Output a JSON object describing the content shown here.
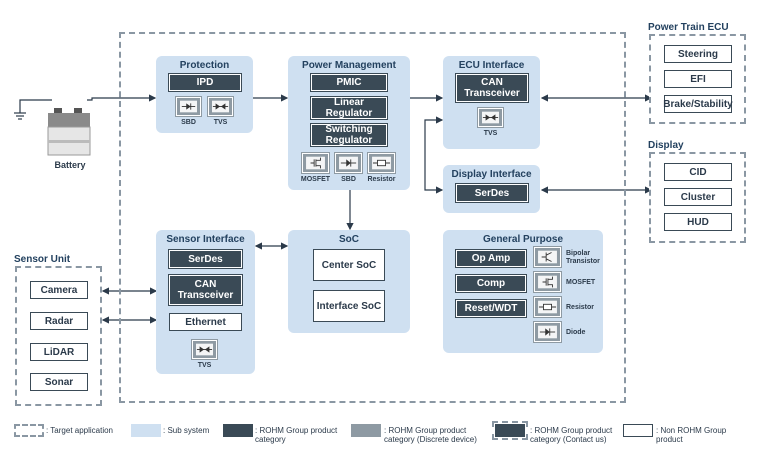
{
  "power_train": {
    "title": "Power Train ECU",
    "items": [
      "Steering",
      "EFI",
      "Brake/Stability"
    ]
  },
  "display": {
    "title": "Display",
    "items": [
      "CID",
      "Cluster",
      "HUD"
    ]
  },
  "sensor_unit": {
    "title": "Sensor Unit",
    "items": [
      "Camera",
      "Radar",
      "LiDAR",
      "Sonar"
    ]
  },
  "battery_label": "Battery",
  "protection": {
    "title": "Protection",
    "ipd": "IPD",
    "sbd": "SBD",
    "tvs": "TVS"
  },
  "power_mgmt": {
    "title": "Power Management",
    "pmic": "PMIC",
    "linear": "Linear Regulator",
    "switching": "Switching Regulator",
    "mosfet": "MOSFET",
    "sbd": "SBD",
    "resistor": "Resistor"
  },
  "ecu_if": {
    "title": "ECU Interface",
    "can": "CAN Transceiver",
    "tvs": "TVS"
  },
  "display_if": {
    "title": "Display Interface",
    "serdes": "SerDes"
  },
  "soc": {
    "title": "SoC",
    "center": "Center SoC",
    "interface": "Interface SoC"
  },
  "sensor_if": {
    "title": "Sensor Interface",
    "serdes": "SerDes",
    "can": "CAN Transceiver",
    "ethernet": "Ethernet",
    "tvs": "TVS"
  },
  "general": {
    "title": "General Purpose",
    "opamp": "Op Amp",
    "comp": "Comp",
    "reset": "Reset/WDT",
    "bipolar": "Bipolar Transistor",
    "mosfet": "MOSFET",
    "resistor": "Resistor",
    "diode": "Diode"
  },
  "legend": {
    "target": ": Target application",
    "subsystem": ": Sub system",
    "rohm": ": ROHM Group product category",
    "rohm_discrete": ": ROHM Group product category (Discrete device)",
    "rohm_contact": ": ROHM Group product category (Contact us)",
    "non_rohm": ": Non ROHM Group product"
  },
  "colors": {
    "subsystem": "#cfe0f1",
    "rohm": "#3a4a56",
    "discrete": "#8e9aa3",
    "border_dash": "#8a97a3"
  }
}
